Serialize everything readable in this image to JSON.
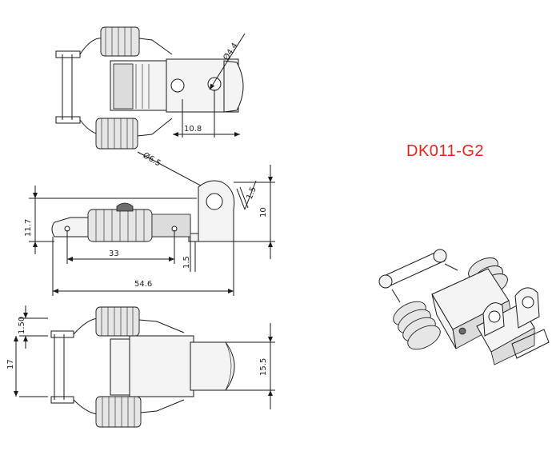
{
  "title": "DK011-G2",
  "colors": {
    "title": "#e8231b",
    "line": "#1a1a1a"
  },
  "dimensions": {
    "top_hole_diameter": "Ø4.4",
    "top_length": "10.8",
    "side_ring_diameter": "Ø6.5",
    "side_thickness": "1.5",
    "side_ring_height": "10",
    "side_height": "11.7",
    "side_hole_spacing": "33",
    "side_base_thickness": "1.5",
    "side_total_length": "54.6",
    "bottom_spring_offset": "1.50",
    "bottom_width": "17",
    "bottom_keeper_width": "15.5"
  }
}
